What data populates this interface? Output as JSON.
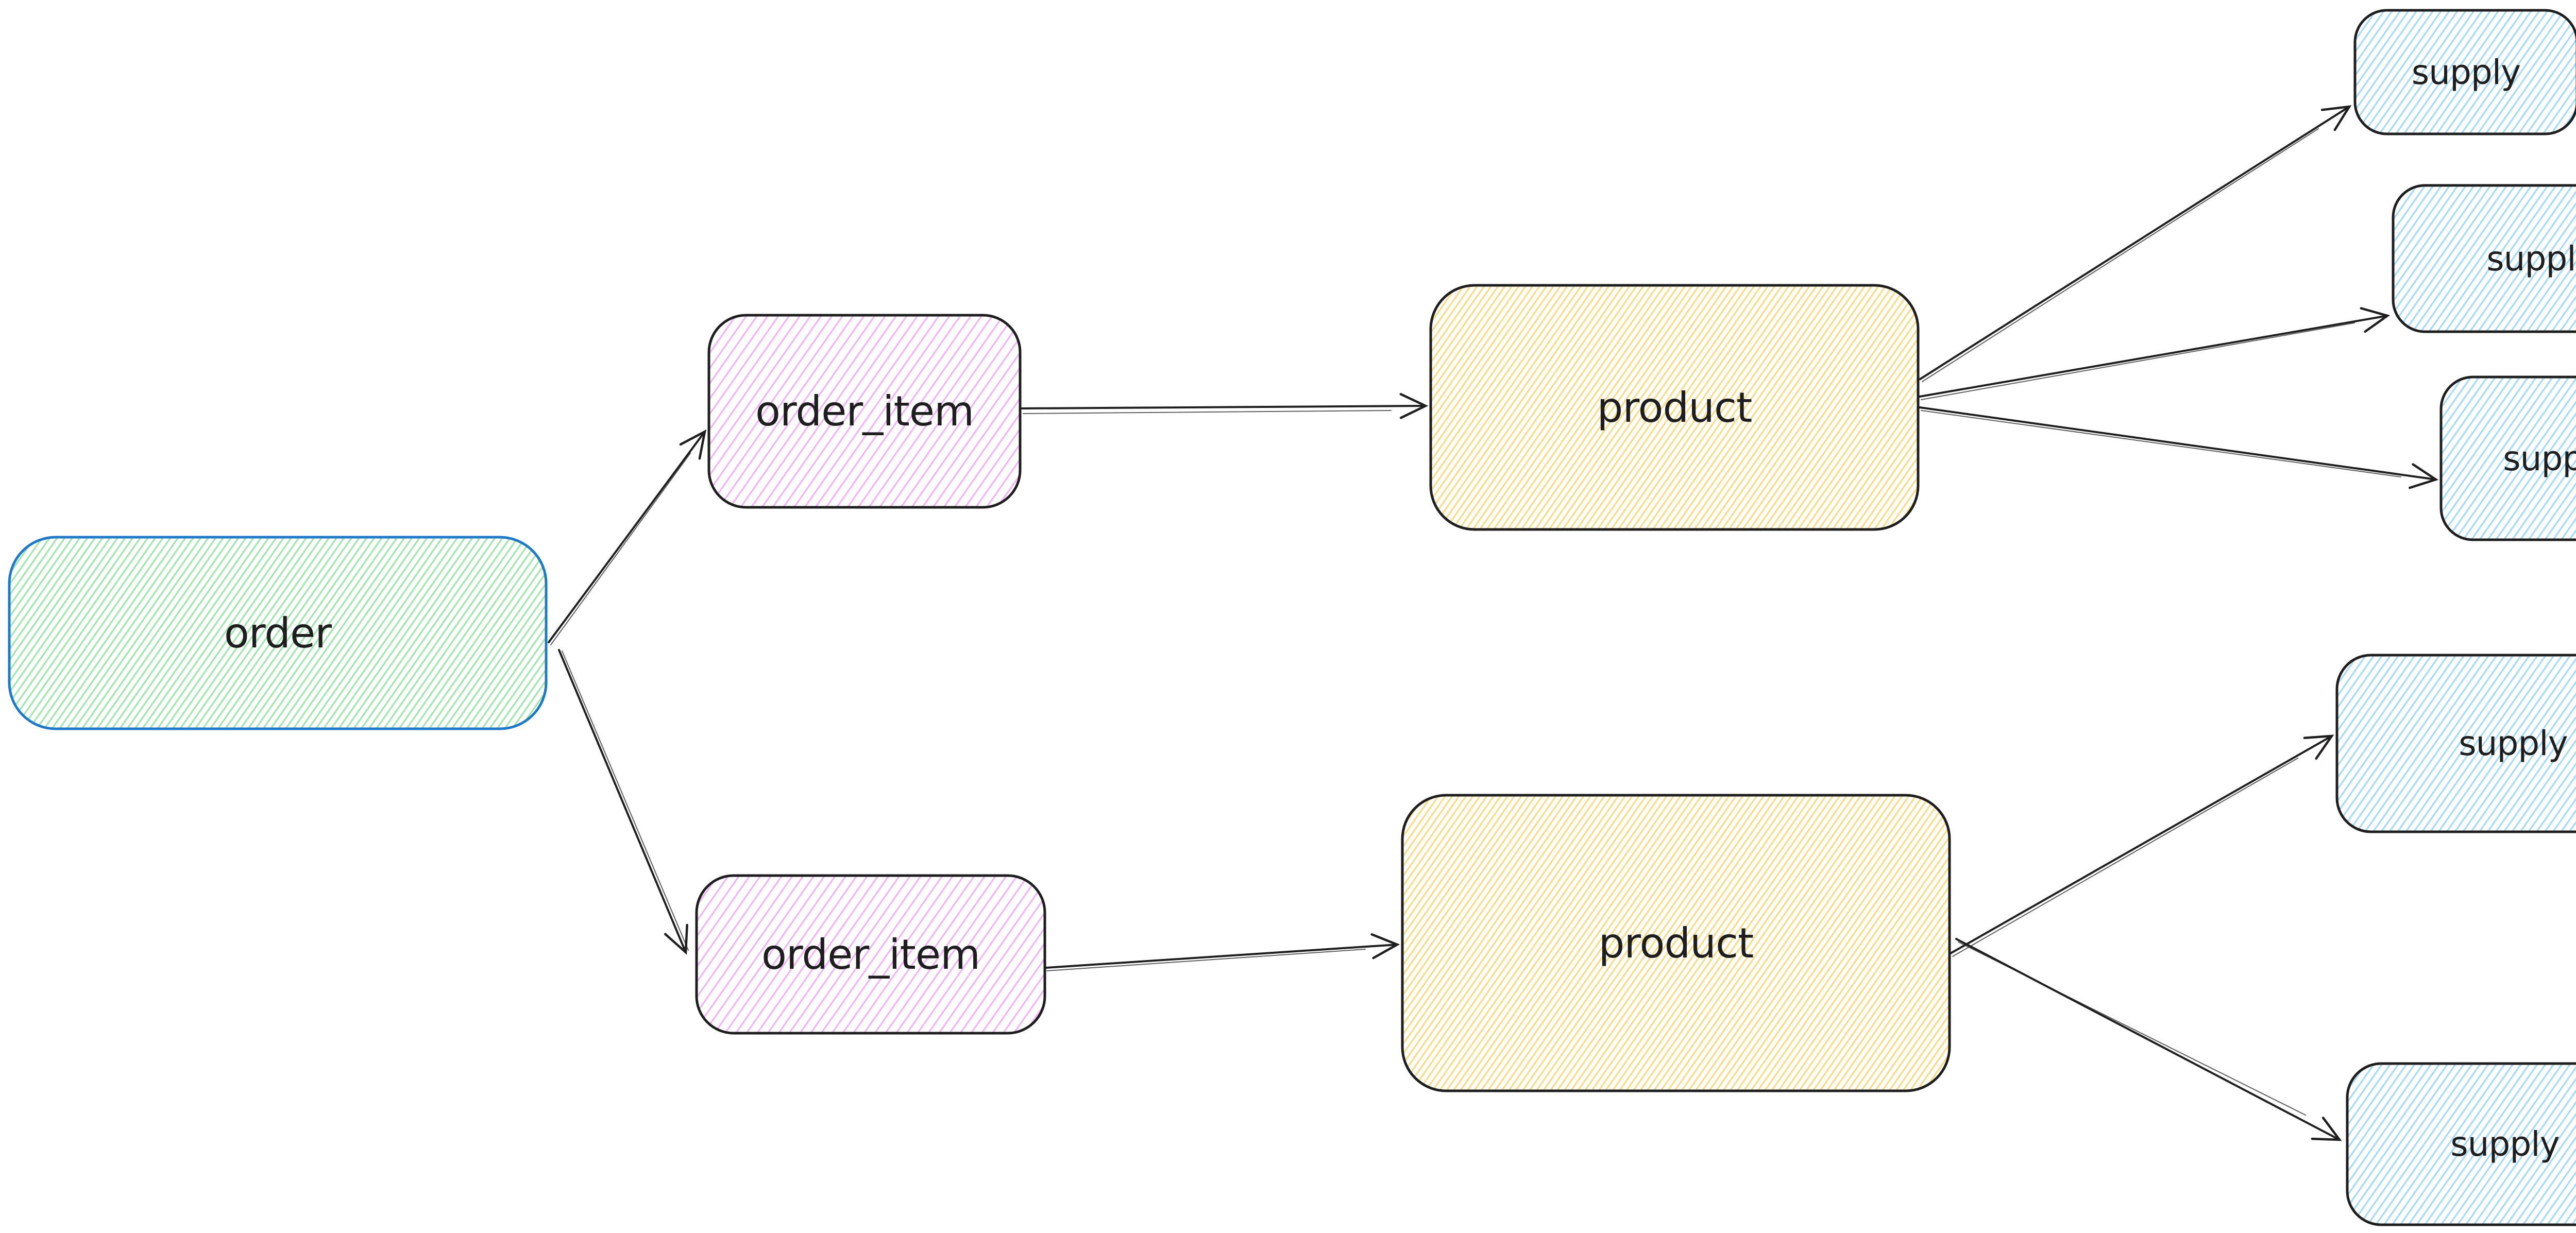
{
  "diagram": {
    "kind": "hand-drawn entity flow diagram",
    "background_color": "#ffffff",
    "default_stroke_color": "#1e1e1e",
    "highlight_stroke_color": "#1f78c8"
  },
  "nodes": {
    "order": {
      "label": "order",
      "fill_color": "#9fe3ad",
      "stroke_color": "#1f78c8",
      "fill_style": "hachure"
    },
    "order_item_top": {
      "label": "order_item",
      "fill_color": "#f0b3f7",
      "stroke_color": "#1e1e1e",
      "fill_style": "hachure"
    },
    "order_item_bottom": {
      "label": "order_item",
      "fill_color": "#f0b3f7",
      "stroke_color": "#1e1e1e",
      "fill_style": "hachure"
    },
    "product_top": {
      "label": "product",
      "fill_color": "#f7dc8c",
      "stroke_color": "#1e1e1e",
      "fill_style": "hachure"
    },
    "product_bottom": {
      "label": "product",
      "fill_color": "#f7dc8c",
      "stroke_color": "#1e1e1e",
      "fill_style": "hachure"
    },
    "supply_1": {
      "label": "supply",
      "fill_color": "#a5d8f6",
      "stroke_color": "#1e1e1e",
      "fill_style": "hachure"
    },
    "supply_2": {
      "label": "supply",
      "fill_color": "#a5d8f6",
      "stroke_color": "#1e1e1e",
      "fill_style": "hachure"
    },
    "supply_3": {
      "label": "supply",
      "fill_color": "#a5d8f6",
      "stroke_color": "#1e1e1e",
      "fill_style": "hachure"
    },
    "supply_4": {
      "label": "supply",
      "fill_color": "#a5d8f6",
      "stroke_color": "#1e1e1e",
      "fill_style": "hachure"
    },
    "supply_5": {
      "label": "supply",
      "fill_color": "#a5d8f6",
      "stroke_color": "#1e1e1e",
      "fill_style": "hachure"
    }
  },
  "edges": [
    {
      "from": "order",
      "to": "order_item_top",
      "arrow": "end"
    },
    {
      "from": "order",
      "to": "order_item_bottom",
      "arrow": "end"
    },
    {
      "from": "order_item_top",
      "to": "product_top",
      "arrow": "end"
    },
    {
      "from": "order_item_bottom",
      "to": "product_bottom",
      "arrow": "end"
    },
    {
      "from": "product_top",
      "to": "supply_1",
      "arrow": "end"
    },
    {
      "from": "product_top",
      "to": "supply_2",
      "arrow": "end"
    },
    {
      "from": "product_top",
      "to": "supply_3",
      "arrow": "end"
    },
    {
      "from": "product_bottom",
      "to": "supply_4",
      "arrow": "end"
    },
    {
      "from": "product_bottom",
      "to": "supply_5",
      "arrow": "end"
    }
  ]
}
